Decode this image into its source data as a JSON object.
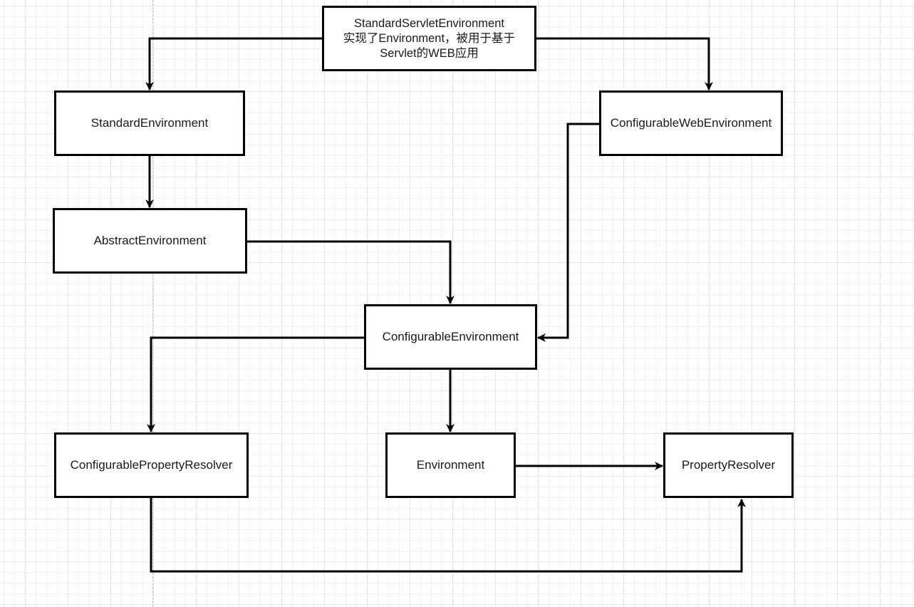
{
  "diagram": {
    "nodes": {
      "standard_servlet_environment": {
        "line1": "StandardServletEnvironment",
        "line2": "实现了Environment，被用于基于",
        "line3": "Servlet的WEB应用"
      },
      "standard_environment": {
        "label": "StandardEnvironment"
      },
      "configurable_web_environment": {
        "label": "ConfigurableWebEnvironment"
      },
      "abstract_environment": {
        "label": "AbstractEnvironment"
      },
      "configurable_environment": {
        "label": "ConfigurableEnvironment"
      },
      "configurable_property_resolver": {
        "label": "ConfigurablePropertyResolver"
      },
      "environment": {
        "label": "Environment"
      },
      "property_resolver": {
        "label": "PropertyResolver"
      }
    },
    "edges": [
      {
        "from": "StandardServletEnvironment",
        "to": "StandardEnvironment"
      },
      {
        "from": "StandardServletEnvironment",
        "to": "ConfigurableWebEnvironment"
      },
      {
        "from": "StandardEnvironment",
        "to": "AbstractEnvironment"
      },
      {
        "from": "AbstractEnvironment",
        "to": "ConfigurableEnvironment"
      },
      {
        "from": "ConfigurableWebEnvironment",
        "to": "ConfigurableEnvironment"
      },
      {
        "from": "ConfigurableEnvironment",
        "to": "ConfigurablePropertyResolver"
      },
      {
        "from": "ConfigurableEnvironment",
        "to": "Environment"
      },
      {
        "from": "Environment",
        "to": "PropertyResolver"
      },
      {
        "from": "ConfigurablePropertyResolver",
        "to": "PropertyResolver"
      }
    ],
    "colors": {
      "stroke": "#000000",
      "text": "#1a1a1a",
      "background": "#ffffff",
      "grid": "#e6e6e6"
    }
  }
}
